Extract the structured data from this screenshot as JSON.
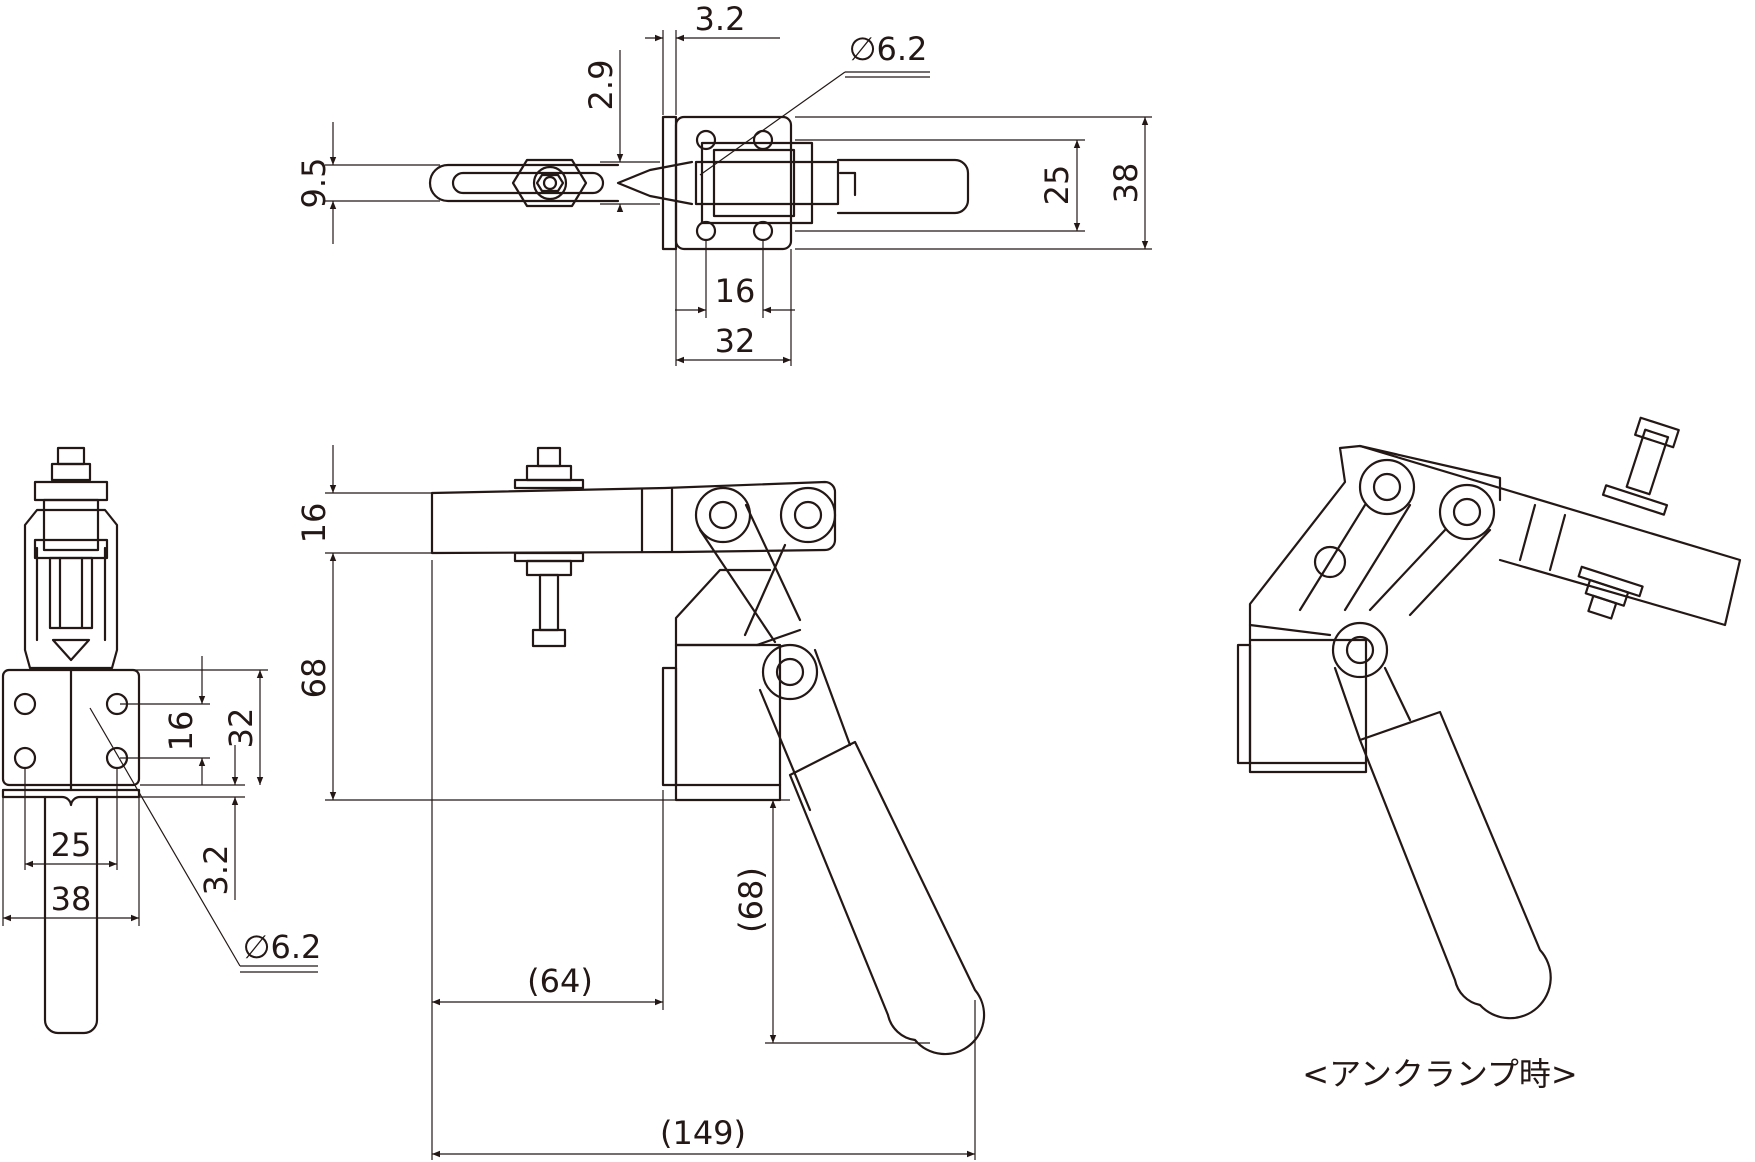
{
  "colors": {
    "line": "#231815",
    "background": "#ffffff"
  },
  "top_view": {
    "dim_3_2": "3.2",
    "dim_2_9": "2.9",
    "dim_dia": "∅6.2",
    "dim_9_5": "9.5",
    "dim_25": "25",
    "dim_38": "38",
    "dim_16": "16",
    "dim_32": "32"
  },
  "end_view": {
    "dim_16": "16",
    "dim_32": "32",
    "dim_25": "25",
    "dim_38": "38",
    "dim_3_2": "3.2",
    "dim_dia": "∅6.2"
  },
  "side_view": {
    "dim_16": "16",
    "dim_68": "68",
    "dim_68_ref": "(68)",
    "dim_64_ref": "(64)",
    "dim_149_ref": "(149)"
  },
  "unclamp_view": {
    "caption": "<アンクランプ時>"
  }
}
